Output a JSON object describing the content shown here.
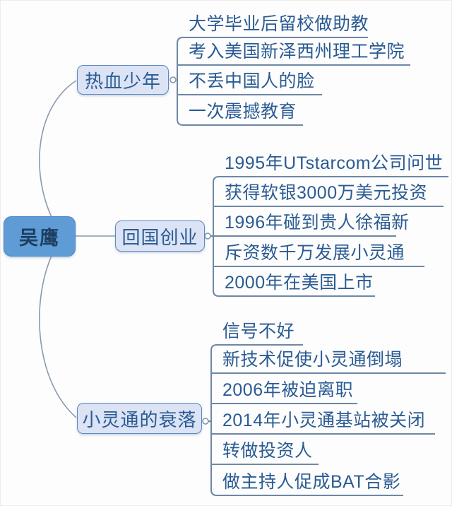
{
  "root": {
    "label": "吴鹰"
  },
  "branches": [
    {
      "label": "热血少年",
      "items": [
        "大学毕业后留校做助教",
        "考入美国新泽西州理工学院",
        "不丢中国人的脸",
        "一次震撼教育"
      ]
    },
    {
      "label": "回国创业",
      "items": [
        "1995年UTstarcom公司问世",
        "获得软银3000万美元投资",
        "1996年碰到贵人徐福新",
        "斥资数千万发展小灵通",
        "2000年在美国上市"
      ]
    },
    {
      "label": "小灵通的衰落",
      "items": [
        "信号不好",
        "新技术促使小灵通倒塌",
        "2006年被迫离职",
        "2014年小灵通基站被关闭",
        "转做投资人",
        "做主持人促成BAT合影"
      ]
    }
  ],
  "colors": {
    "root_fill": "#5f9bd4",
    "root_border": "#4a86c4",
    "root_text": "#1c3f63",
    "branch_fill": "#dbe3f5",
    "branch_border": "#5d87c0",
    "leaf_text": "#2a5b93",
    "connector_line": "#6e87a6"
  }
}
